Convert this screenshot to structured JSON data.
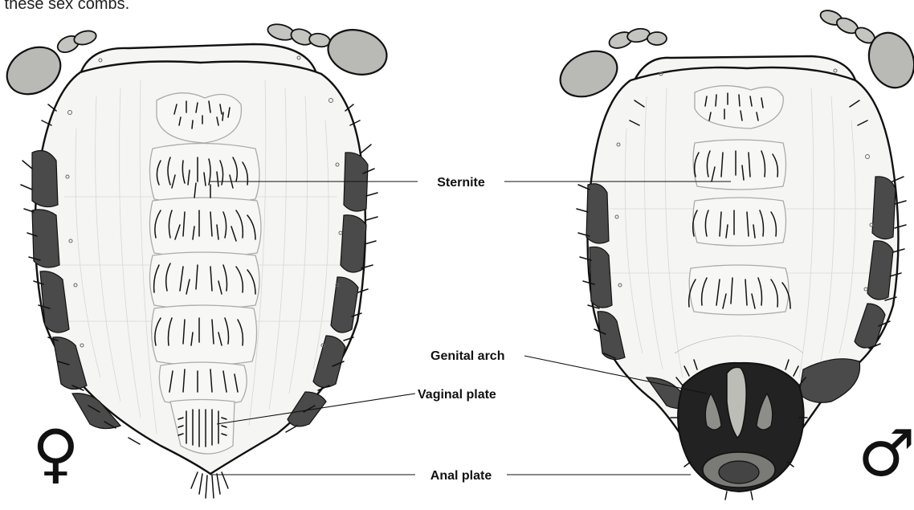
{
  "caption": "k these sex combs.",
  "labels": {
    "sternite": "Sternite",
    "genital_arch": "Genital arch",
    "vaginal_plate": "Vaginal plate",
    "anal_plate": "Anal plate"
  },
  "symbols": {
    "female": "♀",
    "male": "♂"
  }
}
